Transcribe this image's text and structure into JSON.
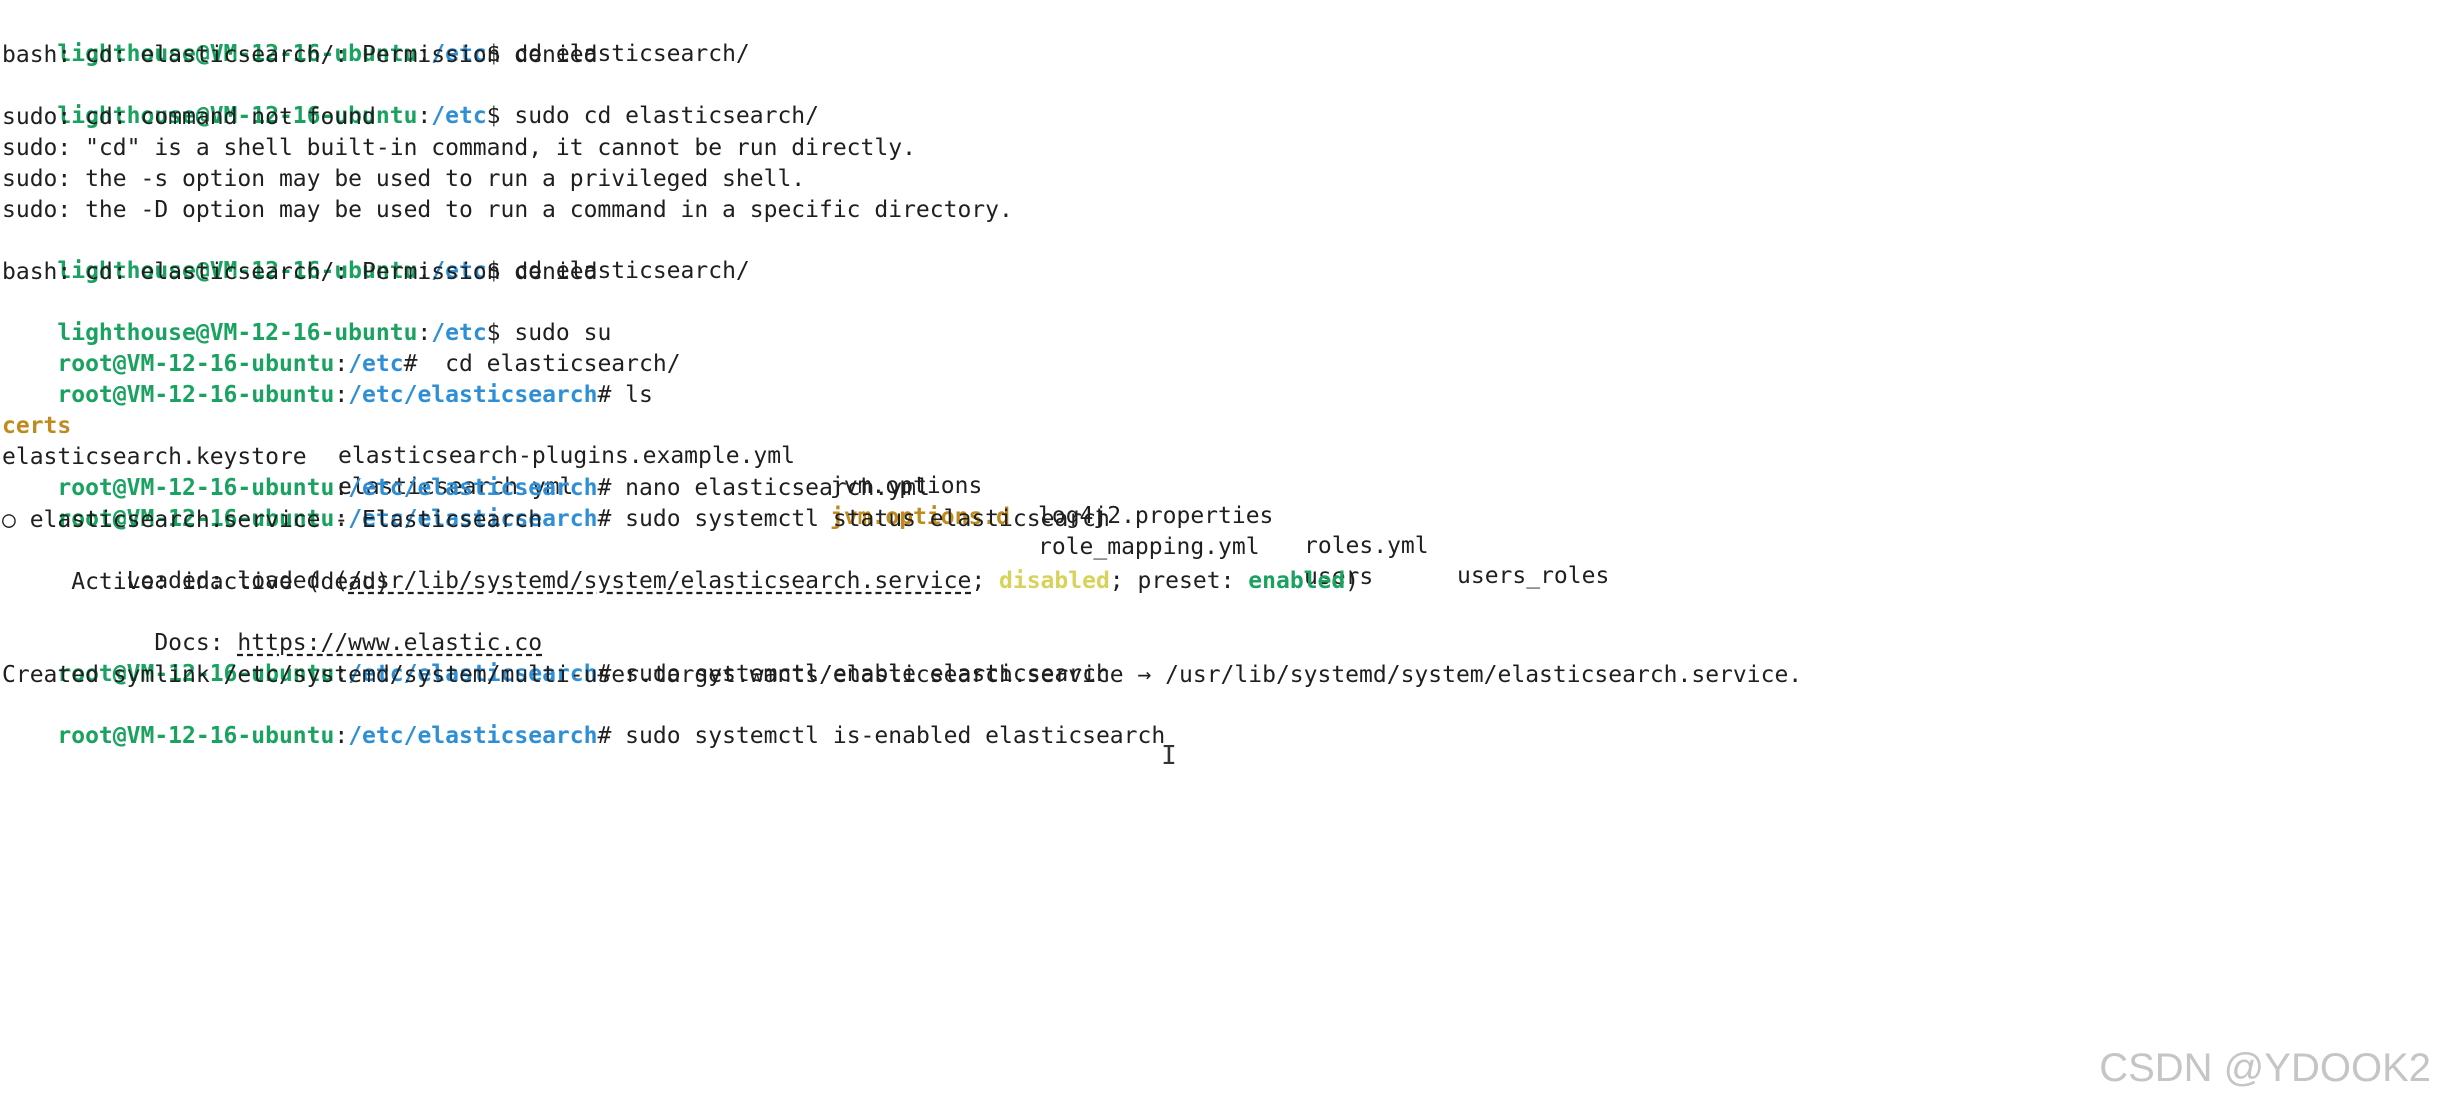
{
  "prompt": {
    "user_lighthouse": "lighthouse@VM-12-16-ubuntu",
    "user_root": "root@VM-12-16-ubuntu",
    "path_etc": "/etc",
    "path_es": "/etc/elasticsearch"
  },
  "lines": {
    "l1_cmd": "$ cd elasticsearch/",
    "l2": "bash: cd: elasticsearch/: Permission denied",
    "l3_cmd": "$ sudo cd elasticsearch/",
    "l4": "sudo: cd: command not found",
    "l5": "sudo: \"cd\" is a shell built-in command, it cannot be run directly.",
    "l6": "sudo: the -s option may be used to run a privileged shell.",
    "l7": "sudo: the -D option may be used to run a command in a specific directory.",
    "l8_cmd": "$ cd elasticsearch/",
    "l9": "bash: cd: elasticsearch/: Permission denied",
    "l10_cmd": "$ sudo su",
    "l11_cmd": "#  cd elasticsearch/",
    "l12_cmd": "# ls",
    "ls_row1": [
      "certs",
      "elasticsearch-plugins.example.yml",
      "jvm.options",
      "log4j2.properties",
      "roles.yml",
      "users_roles"
    ],
    "ls_row2": [
      "elasticsearch.keystore",
      "elasticsearch.yml",
      "jvm.options.d",
      "role_mapping.yml",
      "users"
    ],
    "l15_cmd": "# nano elasticsearch.yml",
    "l16_cmd": "# sudo systemctl status elasticsearch",
    "l17": "○ elasticsearch.service - Elasticsearch",
    "l18_pre": "     Loaded: loaded (",
    "l18_path": "/usr/lib/systemd/system/elasticsearch.service",
    "l18_mid": "; ",
    "l18_disabled": "disabled",
    "l18_mid2": "; preset: ",
    "l18_enabled": "enabled",
    "l18_end": ")",
    "l19": "     Active: inactive (dead)",
    "l20_pre": "       Docs: ",
    "l20_link": "https://www.elastic.co",
    "l21_cmd": "# sudo systemctl enable elasticsearch",
    "l22": "Created symlink /etc/systemd/system/multi-user.target.wants/elasticsearch.service → /usr/lib/systemd/system/elasticsearch.service.",
    "l23_cmd": "# sudo systemctl is-enabled elasticsearch"
  },
  "cursor_glyph": "I",
  "watermark": "CSDN @YDOOK2",
  "colors": {
    "user": "#1aa260",
    "path": "#2f8fd6",
    "dir": "#c08a1e",
    "disabled": "#d7d35a",
    "enabled": "#1aa260"
  }
}
